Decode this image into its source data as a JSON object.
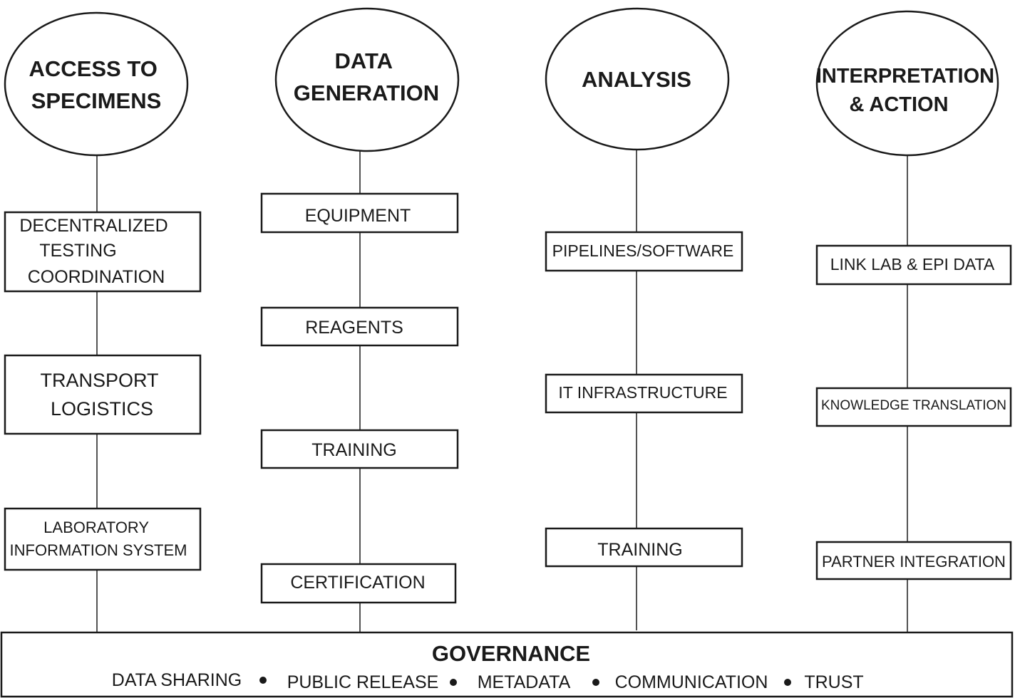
{
  "columns": [
    {
      "title_lines": [
        "ACCESS TO",
        "SPECIMENS"
      ],
      "boxes": [
        [
          "DECENTRALIZED",
          "TESTING",
          "COORDINATION"
        ],
        [
          "TRANSPORT",
          "LOGISTICS"
        ],
        [
          "LABORATORY",
          "INFORMATION SYSTEM"
        ]
      ]
    },
    {
      "title_lines": [
        "DATA",
        "GENERATION"
      ],
      "boxes": [
        [
          "EQUIPMENT"
        ],
        [
          "REAGENTS"
        ],
        [
          "TRAINING"
        ],
        [
          "CERTIFICATION"
        ]
      ]
    },
    {
      "title_lines": [
        "ANALYSIS"
      ],
      "boxes": [
        [
          "PIPELINES/SOFTWARE"
        ],
        [
          "IT INFRASTRUCTURE"
        ],
        [
          "TRAINING"
        ]
      ]
    },
    {
      "title_lines": [
        "INTERPRETATION",
        "& ACTION"
      ],
      "boxes": [
        [
          "LINK LAB & EPI DATA"
        ],
        [
          "KNOWLEDGE TRANSLATION"
        ],
        [
          "PARTNER INTEGRATION"
        ]
      ]
    }
  ],
  "governance": {
    "title": "GOVERNANCE",
    "items": [
      "DATA SHARING",
      "PUBLIC RELEASE",
      "METADATA",
      "COMMUNICATION",
      "TRUST"
    ]
  }
}
